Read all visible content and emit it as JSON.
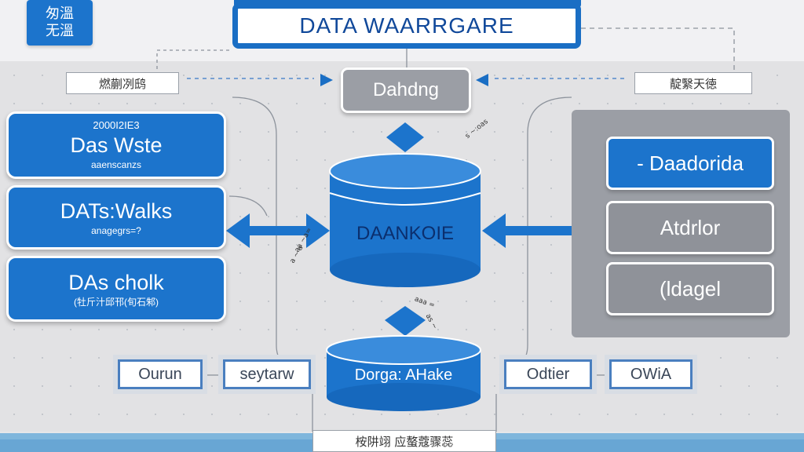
{
  "logo": {
    "line1": "匆溫",
    "line2": "无溫"
  },
  "title": "DATA WAARRGARE",
  "tags": {
    "left": "燃蒯冽鸱",
    "right": "靛繄天徳",
    "bottom": "桉阱翊  应螯蔻骤蕊"
  },
  "top_button": "Dahdng",
  "sources": [
    {
      "caption": "2000I2IE3",
      "title": "Das Wste",
      "sub": "aaenscanzs"
    },
    {
      "caption": "",
      "title": "DATs:Walks",
      "sub": "anagegrs=?"
    },
    {
      "caption": "",
      "title": "DAs cholk",
      "sub": "(牡斤汁邱邗(旬石邾)"
    }
  ],
  "warehouse_label": "DAANKOIE",
  "lake_label": "Dorga: AHake",
  "right_boxes": [
    "- Daadorida",
    "Atdrlor",
    "(ldagel"
  ],
  "bottom_boxes": [
    "Ourun",
    "seytarw",
    "Odtier",
    "OWiA"
  ],
  "annotations": [
    "s ~:oas",
    "a ~ a",
    "aa ~a=",
    "aaa =",
    "as ~"
  ],
  "colors": {
    "primary_blue": "#1c74cc",
    "gray": "#9b9ea5",
    "background": "#e6e6e8"
  }
}
